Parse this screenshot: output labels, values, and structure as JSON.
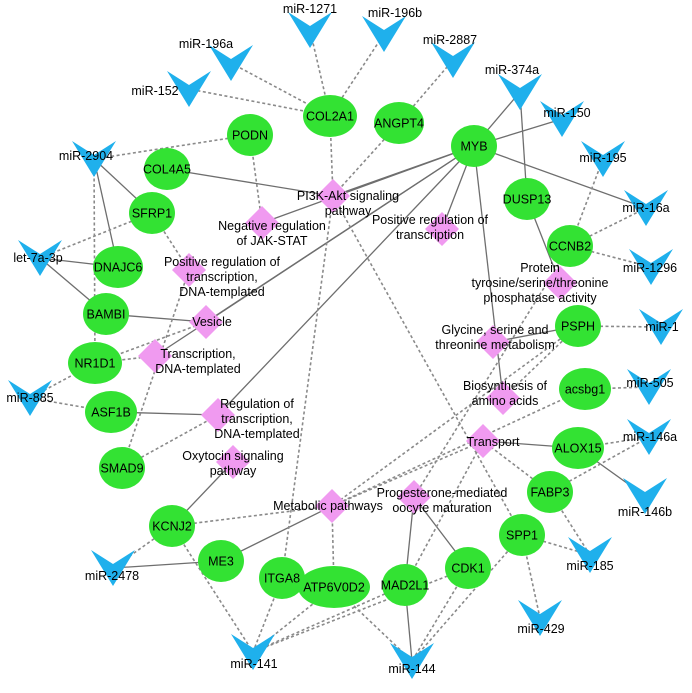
{
  "diagram": {
    "colors": {
      "gene": "#33e233",
      "mirna": "#1fb0ec",
      "pathway": "#f09af0",
      "edge": "#7a7a7a"
    },
    "genes": [
      {
        "id": "PODN",
        "label": "PODN"
      },
      {
        "id": "COL2A1",
        "label": "COL2A1"
      },
      {
        "id": "ANGPT4",
        "label": "ANGPT4"
      },
      {
        "id": "MYB",
        "label": "MYB"
      },
      {
        "id": "COL4A5",
        "label": "COL4A5"
      },
      {
        "id": "SFRP1",
        "label": "SFRP1"
      },
      {
        "id": "DNAJC6",
        "label": "DNAJC6"
      },
      {
        "id": "BAMBI",
        "label": "BAMBI"
      },
      {
        "id": "NR1D1",
        "label": "NR1D1"
      },
      {
        "id": "ASF1B",
        "label": "ASF1B"
      },
      {
        "id": "SMAD9",
        "label": "SMAD9"
      },
      {
        "id": "KCNJ2",
        "label": "KCNJ2"
      },
      {
        "id": "ME3",
        "label": "ME3"
      },
      {
        "id": "ITGA8",
        "label": "ITGA8"
      },
      {
        "id": "ATP6V0D2",
        "label": "ATP6V0D2"
      },
      {
        "id": "MAD2L1",
        "label": "MAD2L1"
      },
      {
        "id": "CDK1",
        "label": "CDK1"
      },
      {
        "id": "SPP1",
        "label": "SPP1"
      },
      {
        "id": "FABP3",
        "label": "FABP3"
      },
      {
        "id": "ALOX15",
        "label": "ALOX15"
      },
      {
        "id": "acsbg1",
        "label": "acsbg1"
      },
      {
        "id": "PSPH",
        "label": "PSPH"
      },
      {
        "id": "CCNB2",
        "label": "CCNB2"
      },
      {
        "id": "DUSP13",
        "label": "DUSP13"
      }
    ],
    "mirnas": [
      {
        "id": "miR-1271",
        "label": "miR-1271"
      },
      {
        "id": "miR-196b",
        "label": "miR-196b"
      },
      {
        "id": "miR-196a",
        "label": "miR-196a"
      },
      {
        "id": "miR-2887",
        "label": "miR-2887"
      },
      {
        "id": "miR-152",
        "label": "miR-152"
      },
      {
        "id": "miR-374a",
        "label": "miR-374a"
      },
      {
        "id": "miR-150",
        "label": "miR-150"
      },
      {
        "id": "miR-2904",
        "label": "miR-2904"
      },
      {
        "id": "miR-195",
        "label": "miR-195"
      },
      {
        "id": "miR-16a",
        "label": "miR-16a"
      },
      {
        "id": "let-7a-3p",
        "label": "let-7a-3p"
      },
      {
        "id": "miR-1296",
        "label": "miR-1296"
      },
      {
        "id": "miR-1",
        "label": "miR-1"
      },
      {
        "id": "miR-885",
        "label": "miR-885"
      },
      {
        "id": "miR-505",
        "label": "miR-505"
      },
      {
        "id": "miR-146a",
        "label": "miR-146a"
      },
      {
        "id": "miR-146b",
        "label": "miR-146b"
      },
      {
        "id": "miR-2478",
        "label": "miR-2478"
      },
      {
        "id": "miR-185",
        "label": "miR-185"
      },
      {
        "id": "miR-429",
        "label": "miR-429"
      },
      {
        "id": "miR-141",
        "label": "miR-141"
      },
      {
        "id": "miR-144",
        "label": "miR-144"
      }
    ],
    "pathways": [
      {
        "id": "pi3k",
        "lines": [
          "PI3K-Akt signaling",
          "pathway"
        ]
      },
      {
        "id": "negjak",
        "lines": [
          "Negative regulation",
          "of JAK-STAT"
        ]
      },
      {
        "id": "posreg",
        "lines": [
          "Positive regulation of",
          "transcription"
        ]
      },
      {
        "id": "posregdna",
        "lines": [
          "Positive regulation of",
          "transcription,",
          "DNA-templated"
        ]
      },
      {
        "id": "vesicle",
        "lines": [
          "Vesicle"
        ]
      },
      {
        "id": "ptp",
        "lines": [
          "Protein",
          "tyrosine/serine/threonine",
          "phosphatase activity"
        ]
      },
      {
        "id": "gly",
        "lines": [
          "Glycine, serine and",
          "threonine metabolism"
        ]
      },
      {
        "id": "trans",
        "lines": [
          "Transcription,",
          "DNA-templated"
        ]
      },
      {
        "id": "bio",
        "lines": [
          "Biosynthesis of",
          "amino acids"
        ]
      },
      {
        "id": "regtrans",
        "lines": [
          "Regulation of",
          "transcription,",
          "DNA-templated"
        ]
      },
      {
        "id": "transport",
        "lines": [
          "Transport"
        ]
      },
      {
        "id": "oxy",
        "lines": [
          "Oxytocin signaling",
          "pathway"
        ]
      },
      {
        "id": "metab",
        "lines": [
          "Metabolic pathways"
        ]
      },
      {
        "id": "prog",
        "lines": [
          "Progesterone-mediated",
          "oocyte maturation"
        ]
      }
    ]
  }
}
